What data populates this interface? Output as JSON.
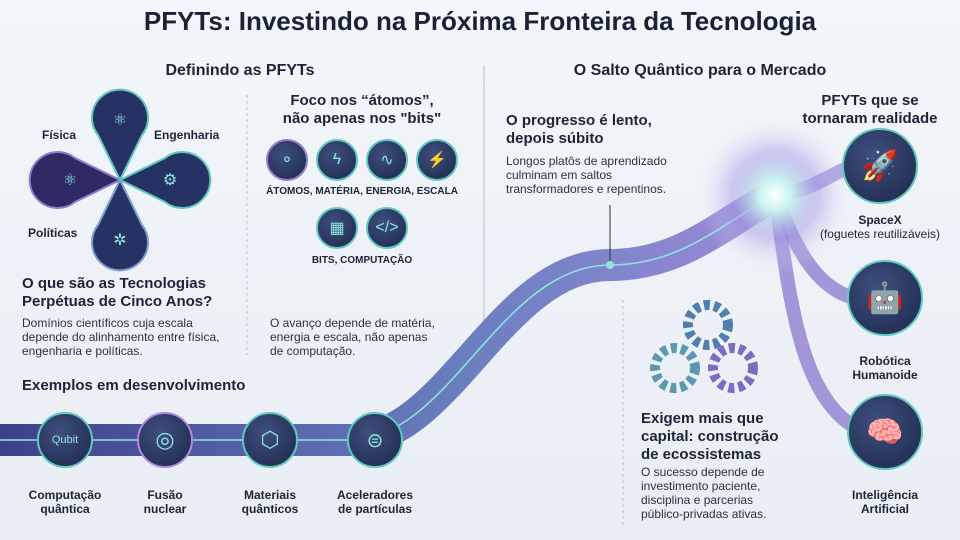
{
  "title": "PFYTs: Investindo na Próxima Fronteira da Tecnologia",
  "left": {
    "heading": "Definindo as PFYTs",
    "petals": [
      "Física",
      "Engenharia",
      "Políticas"
    ],
    "what_title_1": "O que são as Tecnologias",
    "what_title_2": "Perpétuas de Cinco Anos?",
    "what_desc_1": "Domínios científicos cuja escala",
    "what_desc_2": "depende do alinhamento entre física,",
    "what_desc_3": "engenharia e políticas.",
    "focus_title_1": "Foco nos “átomos”,",
    "focus_title_2": "não apenas nos \"bits\"",
    "atoms_label": "ÁTOMOS, MATÉRIA, ENERGIA, ESCALA",
    "bits_label": "BITS, COMPUTAÇÃO",
    "focus_desc_1": "O avanço depende de matéria,",
    "focus_desc_2": "energia e escala, não apenas",
    "focus_desc_3": "de computação.",
    "examples_heading": "Exemplos em desenvolvimento",
    "examples": [
      {
        "l1": "Computação",
        "l2": "quântica",
        "chip": "Qubit"
      },
      {
        "l1": "Fusão",
        "l2": "nuclear"
      },
      {
        "l1": "Materiais",
        "l2": "quânticos"
      },
      {
        "l1": "Aceleradores",
        "l2": "de partículas"
      }
    ]
  },
  "right": {
    "heading": "O Salto Quântico para o Mercado",
    "progress_title_1": "O progresso é lento,",
    "progress_title_2": "depois súbito",
    "progress_desc_1": "Longos platôs de aprendizado",
    "progress_desc_2": "culminam em saltos",
    "progress_desc_3": "transformadores e repentinos.",
    "real_title_1": "PFYTs que se",
    "real_title_2": "tornaram realidade",
    "realized": [
      {
        "l1": "SpaceX",
        "l2": "(foguetes reutilizáveis)"
      },
      {
        "l1": "Robótica",
        "l2": "Humanoide"
      },
      {
        "l1": "Inteligência",
        "l2": "Artificial"
      }
    ],
    "eco_title_1": "Exigem mais que",
    "eco_title_2": "capital: construção",
    "eco_title_3": "de ecossistemas",
    "eco_desc_1": "O sucesso depende de",
    "eco_desc_2": "investimento paciente,",
    "eco_desc_3": "disciplina e parcerias",
    "eco_desc_4": "público-privadas ativas."
  },
  "colors": {
    "teal": "#5fc9c0",
    "purple": "#7d6bc4",
    "navy": "#1d2748"
  }
}
